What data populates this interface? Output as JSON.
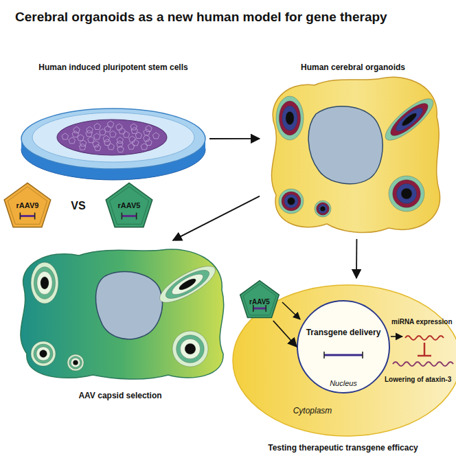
{
  "diagram": {
    "title": "Cerebral organoids as a new human model for gene therapy",
    "nodes": [
      {
        "text": [
          "Human induced pluripotent stem cells"
        ]
      },
      {
        "text": [
          "Human cerebral organoids"
        ]
      },
      {
        "text": [
          "rAAV9"
        ]
      },
      {
        "text": [
          "rAAV5"
        ]
      },
      {
        "text": [
          "AAV capsid selection"
        ]
      },
      {
        "text": [
          "Cytoplasm",
          "Testing therapeutic transgene efficacy"
        ]
      },
      {
        "text": [
          "rAAV5"
        ],
        "in": 5
      },
      {
        "text": [
          "Transgene delivery",
          "Nucleus"
        ],
        "in": 5
      }
    ],
    "edges": [
      {
        "from": 0,
        "to": 1,
        "arrow": "to"
      },
      {
        "from": 1,
        "to": 4,
        "arrow": "to"
      },
      {
        "from": 1,
        "to": 5,
        "arrow": "to"
      },
      {
        "from": 6,
        "to": 7,
        "arrow": "to"
      }
    ],
    "labels": [
      "VS",
      "miRNA expression",
      "Lowering of ataxin-3"
    ]
  }
}
